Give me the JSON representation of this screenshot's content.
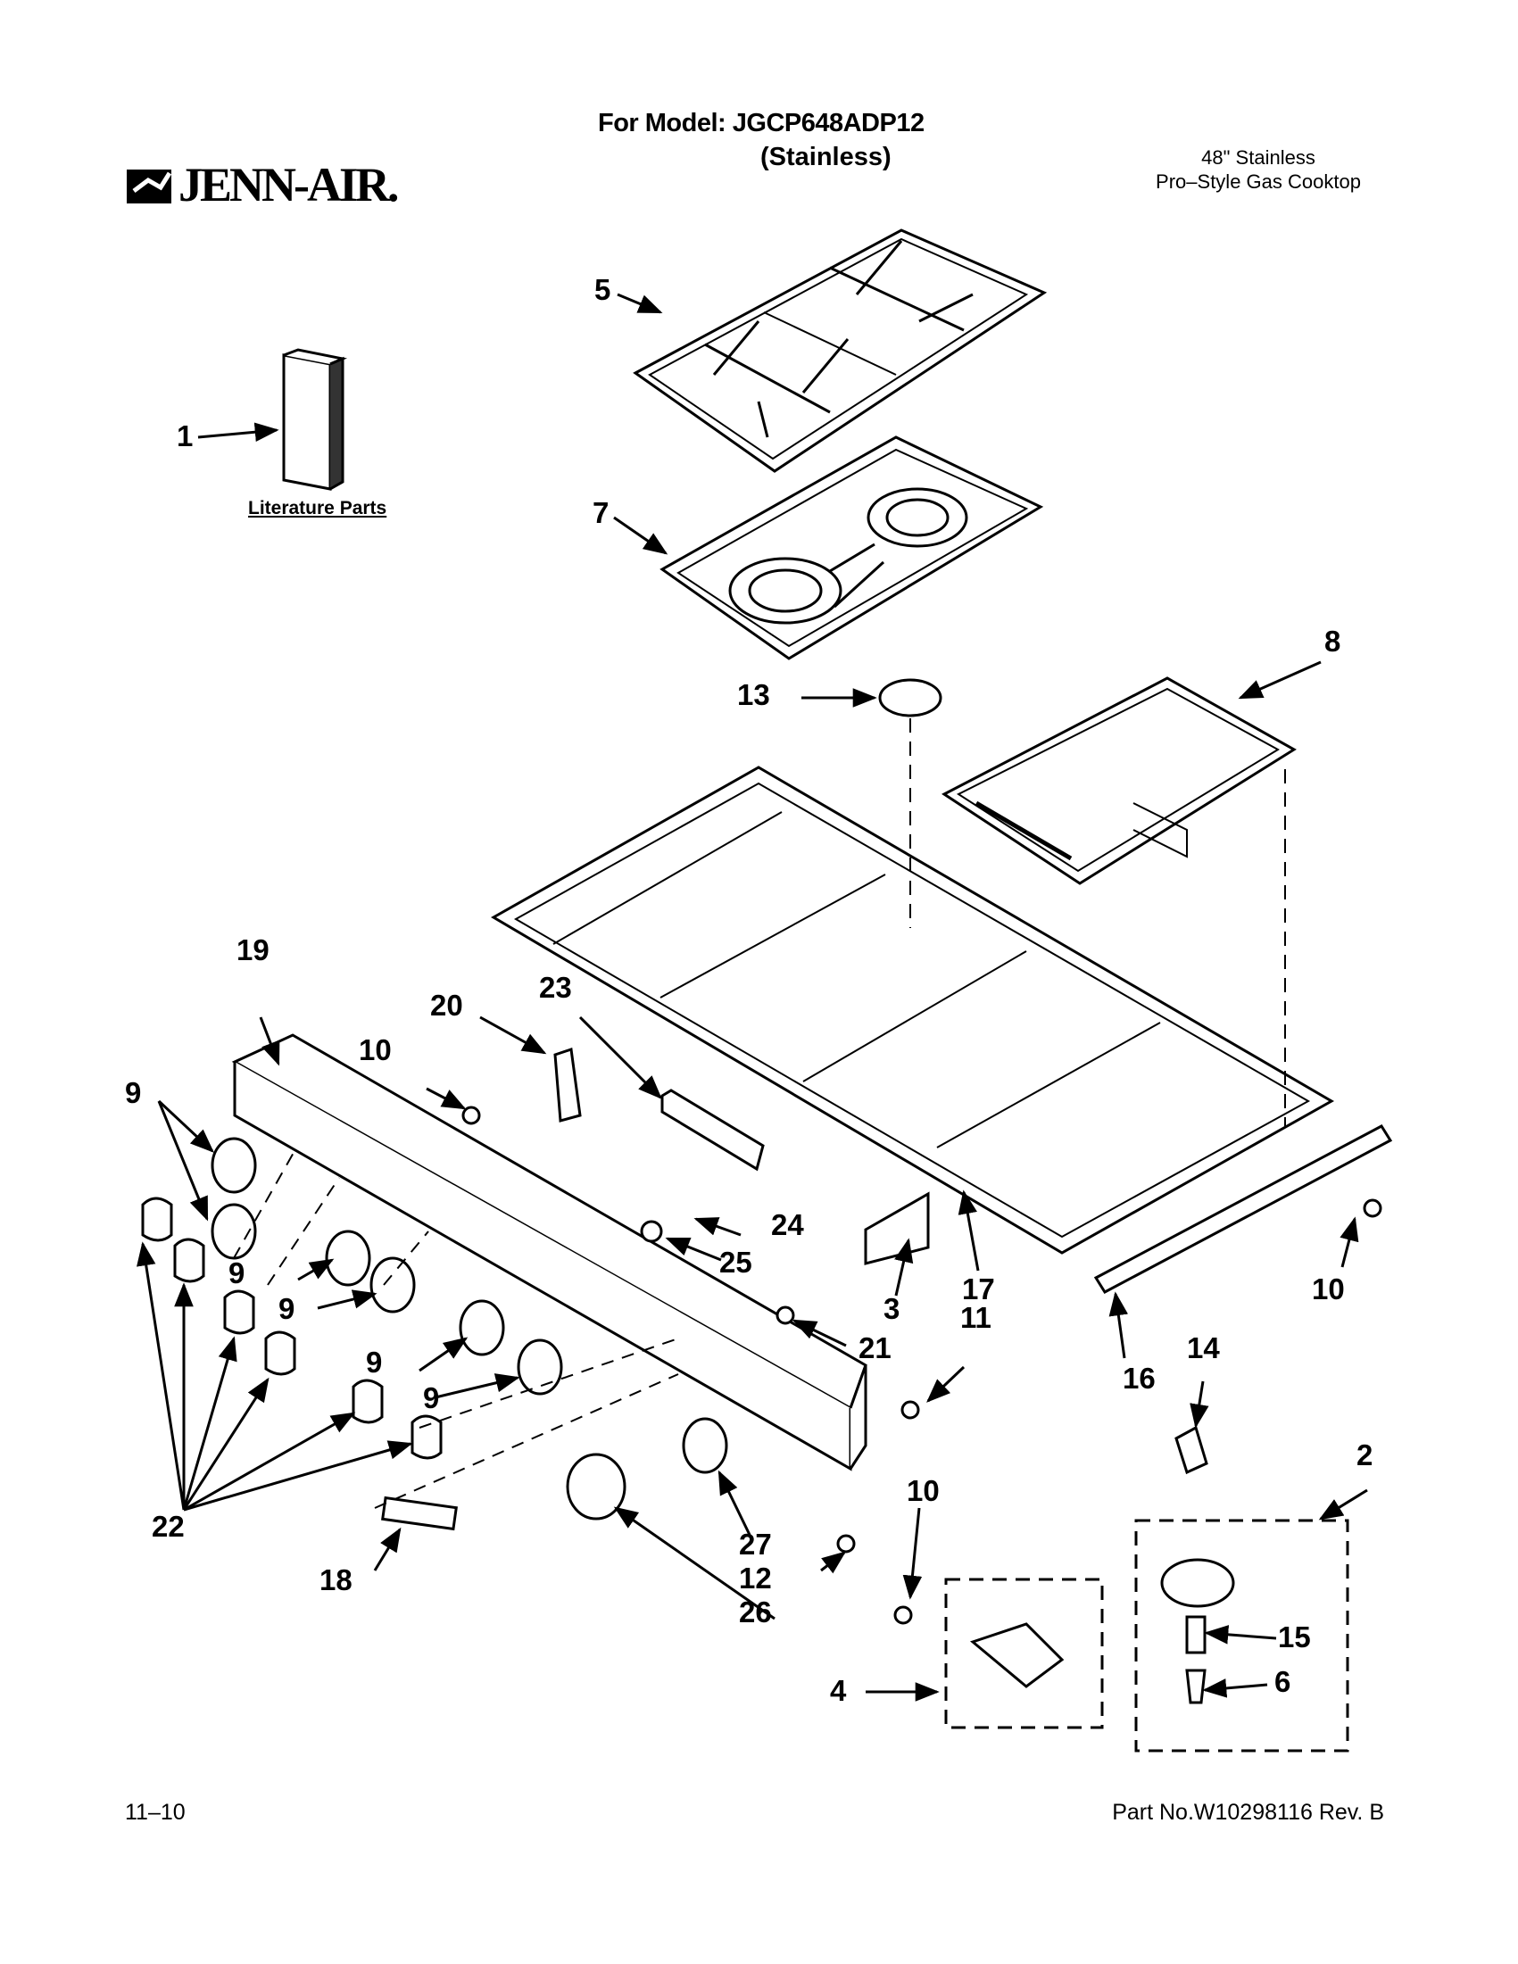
{
  "header": {
    "model_line": "For Model: JGCP648ADP12",
    "model_variant": "(Stainless)",
    "brand": "JENN-AIR.",
    "description_line1": "48\" Stainless",
    "description_line2": "Pro–Style Gas Cooktop"
  },
  "literature_label": "Literature Parts",
  "callouts": [
    {
      "id": "c1",
      "label": "1"
    },
    {
      "id": "c5",
      "label": "5"
    },
    {
      "id": "c7",
      "label": "7"
    },
    {
      "id": "c13",
      "label": "13"
    },
    {
      "id": "c8",
      "label": "8"
    },
    {
      "id": "c19",
      "label": "19"
    },
    {
      "id": "c20",
      "label": "20"
    },
    {
      "id": "c23",
      "label": "23"
    },
    {
      "id": "c10a",
      "label": "10"
    },
    {
      "id": "c9a",
      "label": "9"
    },
    {
      "id": "c24",
      "label": "24"
    },
    {
      "id": "c25",
      "label": "25"
    },
    {
      "id": "c9b",
      "label": "9"
    },
    {
      "id": "c9c",
      "label": "9"
    },
    {
      "id": "c3",
      "label": "3"
    },
    {
      "id": "c17",
      "label": "17"
    },
    {
      "id": "c10b",
      "label": "10"
    },
    {
      "id": "c21",
      "label": "21"
    },
    {
      "id": "c11",
      "label": "11"
    },
    {
      "id": "c9d",
      "label": "9"
    },
    {
      "id": "c9e",
      "label": "9"
    },
    {
      "id": "c16",
      "label": "16"
    },
    {
      "id": "c14",
      "label": "14"
    },
    {
      "id": "c2",
      "label": "2"
    },
    {
      "id": "c22",
      "label": "22"
    },
    {
      "id": "c10c",
      "label": "10"
    },
    {
      "id": "c27",
      "label": "27"
    },
    {
      "id": "c12",
      "label": "12"
    },
    {
      "id": "c18",
      "label": "18"
    },
    {
      "id": "c26",
      "label": "26"
    },
    {
      "id": "c15",
      "label": "15"
    },
    {
      "id": "c6",
      "label": "6"
    },
    {
      "id": "c4",
      "label": "4"
    }
  ],
  "footer": {
    "date_code": "11–10",
    "part_number": "Part No.W10298116 Rev. B"
  }
}
